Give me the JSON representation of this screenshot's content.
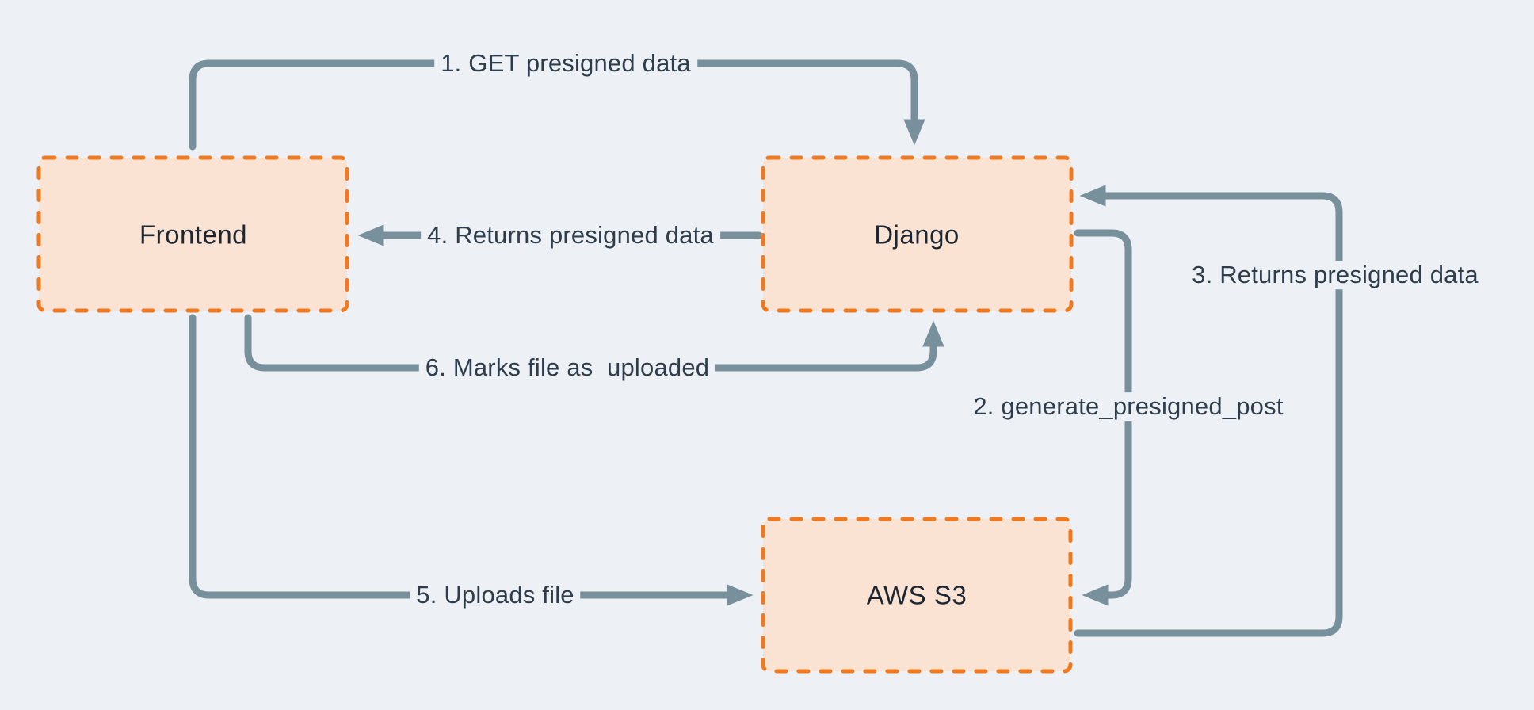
{
  "diagram": {
    "title_semantic": "Presigned upload flow between Frontend, Django and AWS S3",
    "colors": {
      "background": "#edf1f5",
      "connector": "#78909c",
      "arrow_label_text": "#2e3d4b",
      "node_label_text": "#1d2731",
      "node_fill": "#fbe3d3",
      "node_border": "#f1791f"
    },
    "nodes": [
      {
        "id": "frontend",
        "label": "Frontend"
      },
      {
        "id": "django",
        "label": "Django"
      },
      {
        "id": "aws-s3",
        "label": "AWS S3"
      }
    ],
    "arrows": [
      {
        "step": "1",
        "label": "1. GET presigned data",
        "from": "frontend",
        "to": "django"
      },
      {
        "step": "2",
        "label": "2. generate_presigned_post",
        "from": "django",
        "to": "aws-s3"
      },
      {
        "step": "3",
        "label": "3. Returns presigned data",
        "from": "aws-s3",
        "to": "django"
      },
      {
        "step": "4",
        "label": "4. Returns presigned data",
        "from": "django",
        "to": "frontend"
      },
      {
        "step": "5",
        "label": "5. Uploads file",
        "from": "frontend",
        "to": "aws-s3"
      },
      {
        "step": "6",
        "label": "6. Marks file as  uploaded",
        "from": "frontend",
        "to": "django"
      }
    ]
  }
}
